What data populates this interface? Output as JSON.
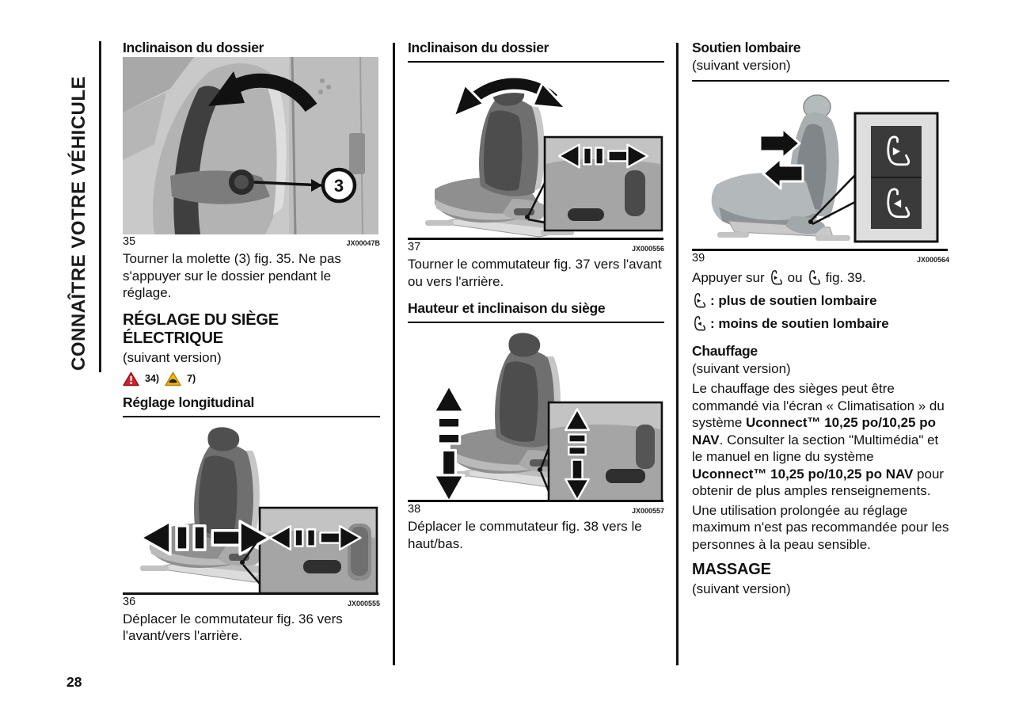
{
  "page": {
    "number": "28",
    "sidebar_text": "CONNAÎTRE VOTRE VÉHICULE"
  },
  "icons": {
    "warning": "red-warning-triangle-exclamation",
    "caution": "yellow-caution-triangle-vehicle",
    "lumbar_more": "seat-lumbar-increase",
    "lumbar_less": "seat-lumbar-decrease",
    "rotate_arrow": "curved-rotation-arrow",
    "double_arrow": "double-headed-adjust-arrow"
  },
  "colors": {
    "text": "#111111",
    "warning_red": "#d6202f",
    "caution_yellow": "#f3b710",
    "figure_gray": "#a5a5a5"
  },
  "col1": {
    "heading_inclinaison": "Inclinaison du dossier",
    "fig35": {
      "number": "35",
      "code": "JX00047B",
      "callout": "3"
    },
    "para_molette": "Tourner la molette (3) fig. 35. Ne pas s'appuyer sur le dossier pendant le réglage.",
    "heading_reglage_electrique": "RÉGLAGE DU SIÈGE ÉLECTRIQUE",
    "variant": "(suivant version)",
    "warning_ref": "34)",
    "caution_ref": "7)",
    "heading_longitudinal": "Réglage longitudinal",
    "fig36": {
      "number": "36",
      "code": "JX000555"
    },
    "para_commutateur": "Déplacer le commutateur fig. 36 vers l'avant/vers l'arrière."
  },
  "col2": {
    "heading_inclinaison": "Inclinaison du dossier",
    "fig37": {
      "number": "37",
      "code": "JX000556"
    },
    "para_tourner": "Tourner le commutateur fig. 37 vers l'avant ou vers l'arrière.",
    "heading_hauteur": "Hauteur et inclinaison du siège",
    "fig38": {
      "number": "38",
      "code": "JX000557"
    },
    "para_deplacer": "Déplacer le commutateur fig. 38 vers le haut/bas."
  },
  "col3": {
    "heading_lombaire": "Soutien lombaire",
    "variant1": "(suivant version)",
    "fig39": {
      "number": "39",
      "code": "JX000564"
    },
    "press": {
      "pre": "Appuyer sur",
      "mid": "ou",
      "post": "fig. 39."
    },
    "legend_more": ": plus de soutien lombaire",
    "legend_less": ": moins de soutien lombaire",
    "heading_chauffage": "Chauffage",
    "variant2": "(suivant version)",
    "para_chauffage_segments": [
      {
        "t": "Le chauffage des sièges peut être commandé via l'écran « Climatisation » du système ",
        "b": false
      },
      {
        "t": "Uconnect™ 10,25 po/10,25 po NAV",
        "b": true
      },
      {
        "t": ". Consulter la section \"Multimédia\" et le manuel en ligne du système ",
        "b": false
      },
      {
        "t": "Uconnect™ 10,25 po/10,25 po NAV",
        "b": true
      },
      {
        "t": " pour obtenir de plus amples renseignements.",
        "b": false
      }
    ],
    "para_prolongee": "Une utilisation prolongée au réglage maximum n'est pas recommandée pour les personnes à la peau sensible.",
    "heading_massage": "MASSAGE",
    "variant3": "(suivant version)"
  }
}
